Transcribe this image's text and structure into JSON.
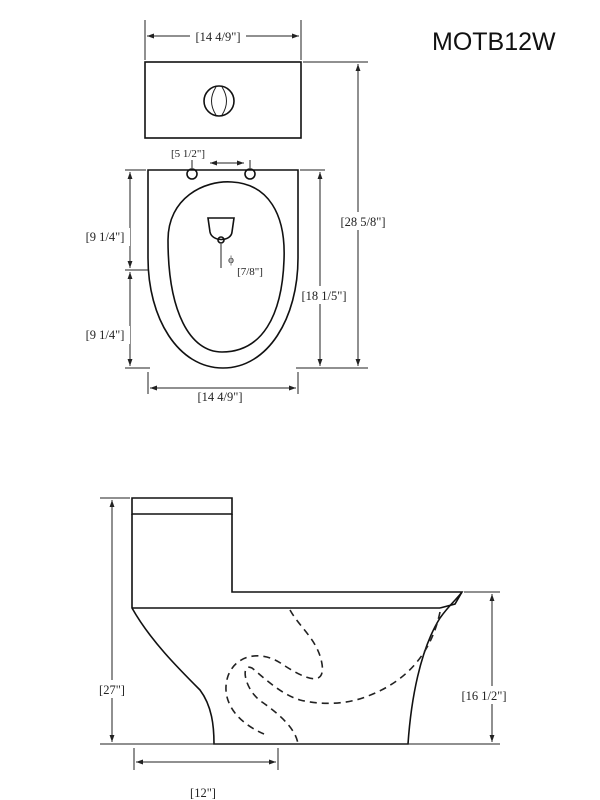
{
  "model_label": "MOTB12W",
  "top_view": {
    "tank_width": "[14 4/9\"]",
    "bolt_spacing": "[5 1/2\"]",
    "front_to_bolt": "[9 1/4\"]",
    "bolt_to_rear": "[9 1/4\"]",
    "total_depth": "[28 5/8\"]",
    "bowl_depth": "[18 1/5\"]",
    "bowl_width": "[14 4/9\"]",
    "phi_symbol": "ϕ",
    "outlet_diameter": "[7/8\"]"
  },
  "side_view": {
    "total_height": "[27\"]",
    "rim_height": "[16 1/2\"]",
    "rough_in": "[12\"]"
  }
}
